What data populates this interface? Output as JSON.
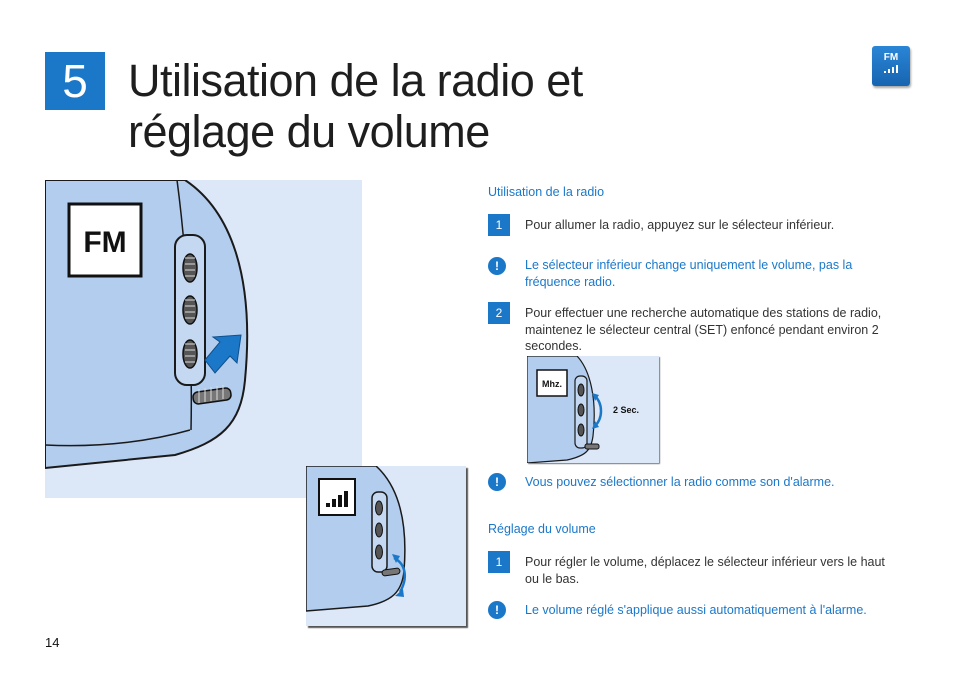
{
  "chapter": {
    "number": "5",
    "title_line1": "Utilisation de la radio et",
    "title_line2": "réglage du volume"
  },
  "badge": {
    "label": "FM",
    "icon": "signal-bars-icon"
  },
  "illustrations": {
    "main_label": "FM",
    "small_label": "Mhz.",
    "small_caption": "2 Sec.",
    "volume_icon": "signal-bars-icon"
  },
  "radio_section": {
    "title": "Utilisation de la radio",
    "step1_num": "1",
    "step1_text": "Pour allumer la radio, appuyez sur le sélecteur inférieur.",
    "note1": "Le sélecteur inférieur change uniquement le volume, pas la fréquence radio.",
    "step2_num": "2",
    "step2_text": "Pour effectuer une recherche automatique des stations de radio, maintenez le sélecteur central (SET) enfoncé pendant environ 2 secondes.",
    "note2": "Vous pouvez sélectionner la radio comme son d'alarme."
  },
  "volume_section": {
    "title": "Réglage du volume",
    "step1_num": "1",
    "step1_text": "Pour régler le volume, déplacez le sélecteur inférieur vers le haut ou le bas.",
    "note1": "Le volume réglé s'applique aussi automatiquement à l'alarme."
  },
  "warn_glyph": "!",
  "page_number": "14",
  "colors": {
    "accent": "#1b78c9",
    "panel_bg": "#dce7f7",
    "device_fill": "#b3cdee"
  }
}
